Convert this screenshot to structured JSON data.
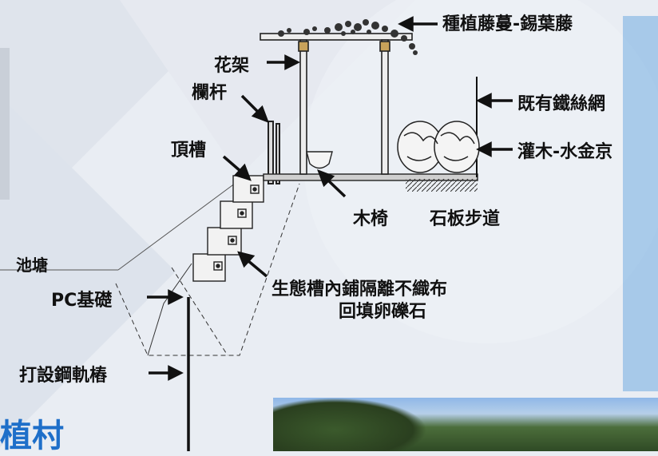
{
  "labels": {
    "plant": "種植藤蔓-錫葉藤",
    "trellis": "花架",
    "railing": "欄杆",
    "existing_fence": "既有鐵絲網",
    "top_trough": "頂槽",
    "shrub": "灌木-水金京",
    "bench": "木椅",
    "path": "石板步道",
    "pond": "池塘",
    "eco_line1": "生態槽內鋪隔離不織布",
    "eco_line2": "回填卵礫石",
    "pc_base": "PC基礎",
    "steel_pile": "打設鋼軌樁"
  },
  "title_fragment": "植村",
  "colors": {
    "ink": "#111111",
    "accent_blue": "#1e6fc9",
    "background": "#e9edf3"
  }
}
